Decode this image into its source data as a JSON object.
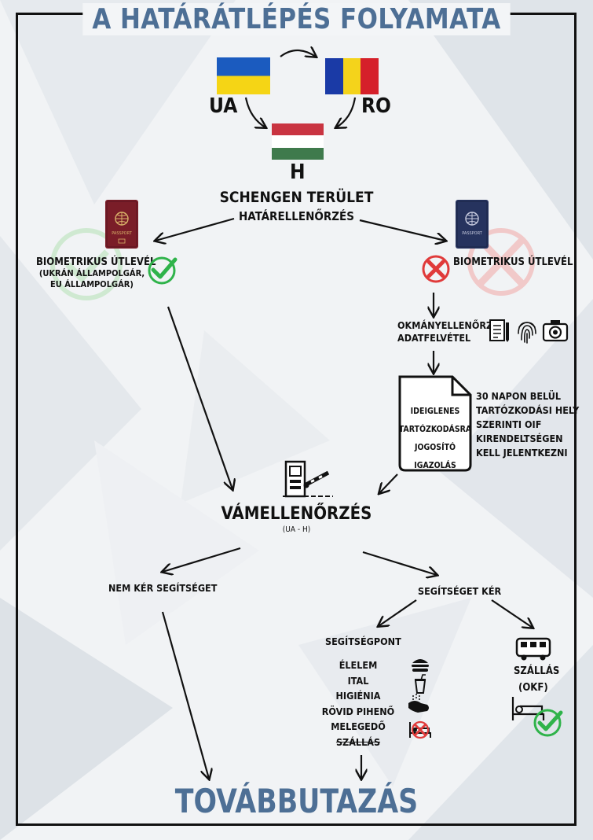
{
  "title": "A HATÁRÁTLÉPÉS FOLYAMATA",
  "countries": {
    "ua": "UA",
    "ro": "RO",
    "hu": "H"
  },
  "schengen": {
    "title": "SCHENGEN TERÜLET",
    "subtitle": "HATÁRELLENŐRZÉS"
  },
  "passport_label": "PASSPORT",
  "left_branch": {
    "title": "BIOMETRIKUS ÚTLEVÉL",
    "note_line1": "(UKRÁN ÁLLAMPOLGÁR,",
    "note_line2": "EU ÁLLAMPOLGÁR)"
  },
  "right_branch": {
    "title": "BIOMETRIKUS ÚTLEVÉL",
    "doc_check_line1": "OKMÁNYELLENŐRZÉS",
    "doc_check_line2": "ADATFELVÉTEL",
    "document_lines": [
      "IDEIGLENES",
      "TARTÓZKODÁSRA",
      "JOGOSÍTÓ",
      "IGAZOLÁS"
    ],
    "note_lines": [
      "30 NAPON BELÜL",
      "TARTÓZKODÁSI HELY",
      "SZERINTI OIF",
      "KIRENDELTSÉGEN",
      "KELL JELENTKEZNI"
    ]
  },
  "customs": {
    "title": "VÁMELLENŐRZÉS",
    "subtitle": "(UA - H)"
  },
  "no_help": "NEM KÉR SEGÍTSÉGET",
  "help": "SEGÍTSÉGET KÉR",
  "help_point": {
    "title": "SEGÍTSÉGPONT",
    "items": [
      {
        "label": "ÉLELEM",
        "icon": "burger-icon"
      },
      {
        "label": "ITAL",
        "icon": "drink-icon"
      },
      {
        "label": "HIGIÉNIA",
        "icon": "handwash-icon"
      },
      {
        "label": "RÖVID PIHENŐ",
        "icon": ""
      },
      {
        "label": "MELEGEDŐ",
        "icon": "bed-crossed-icon"
      },
      {
        "label": "SZÁLLÁS",
        "icon": ""
      }
    ]
  },
  "accommodation": {
    "title": "SZÁLLÁS",
    "subtitle": "(OKF)"
  },
  "footer": "TOVÁBBUTAZÁS",
  "colors": {
    "accent": "#4d6f95",
    "check": "#2fb34a",
    "cross": "#e03a3a",
    "ua_blue": "#1b5bbf",
    "ua_yellow": "#f5d515",
    "ro_blue": "#1a3aa6",
    "ro_yellow": "#f4d31b",
    "ro_red": "#d5202a",
    "hu_red": "#c93441",
    "hu_green": "#3f7a4c"
  }
}
